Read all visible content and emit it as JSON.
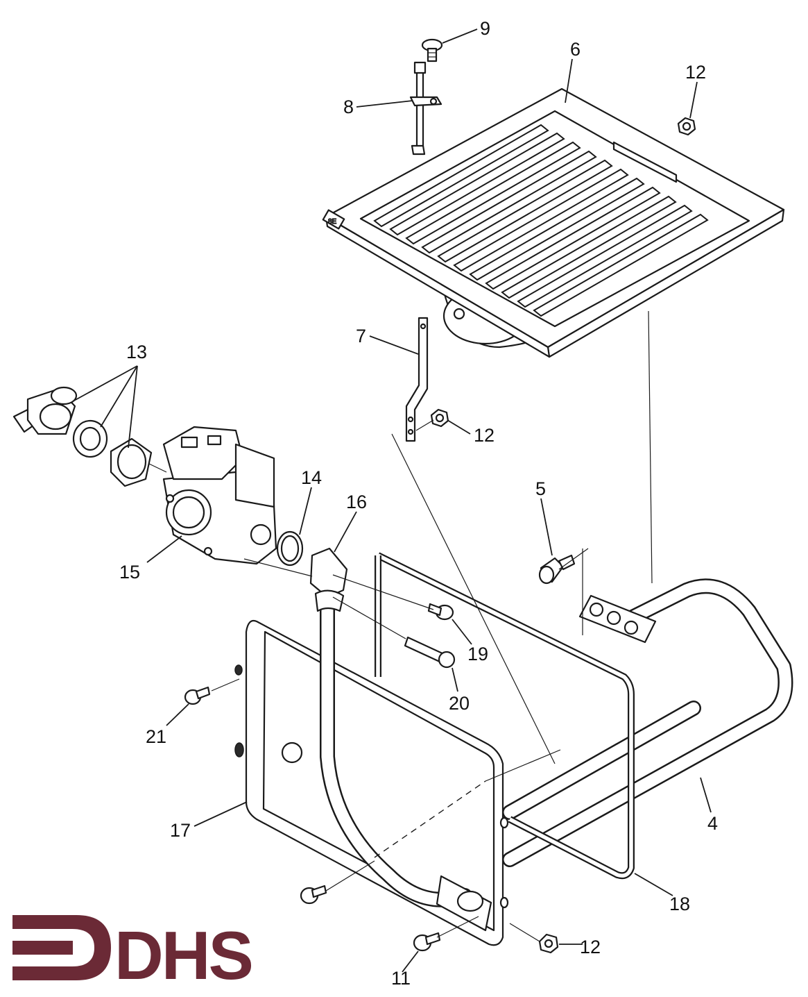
{
  "logo": {
    "text": "DHS",
    "color": "#6b2a36"
  },
  "callouts": {
    "c4": "4",
    "c5": "5",
    "c6": "6",
    "c7": "7",
    "c8": "8",
    "c9": "9",
    "c11": "11",
    "c12a": "12",
    "c12b": "12",
    "c12c": "12",
    "c13": "13",
    "c14": "14",
    "c15": "15",
    "c16": "16",
    "c17": "17",
    "c18": "18",
    "c19": "19",
    "c20": "20",
    "c21": "21"
  },
  "label_plate": "8E"
}
